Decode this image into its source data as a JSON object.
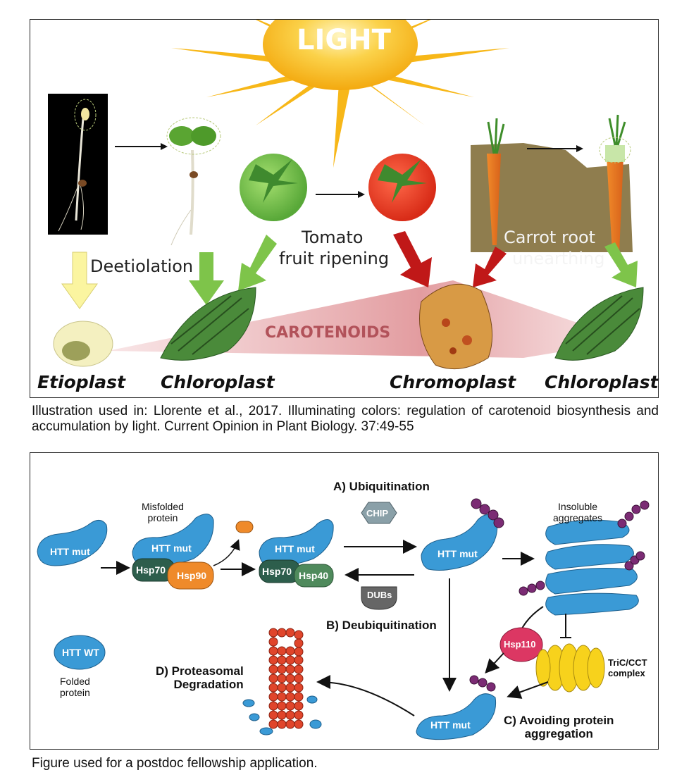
{
  "top_figure": {
    "light_label": "LIGHT",
    "carotenoids_label": "CAROTENOIDS",
    "deetiolation_label": "Deetiolation",
    "tomato_label_1": "Tomato",
    "tomato_label_2": "fruit ripening",
    "carrot_label_1": "Carrot root",
    "carrot_label_2": "unearthing",
    "plastids": [
      "Etioplast",
      "Chloroplast",
      "Chromoplast",
      "Chloroplast"
    ],
    "caption": "Illustration used in: Llorente et al., 2017. Illuminating colors: regulation of carotenoid biosynthesis and accumulation by light. Current Opinion in Plant Biology. 37:49-55"
  },
  "bottom_figure": {
    "htt_mut": "HTT mut",
    "htt_wt": "HTT WT",
    "misfolded": "Misfolded\nprotein",
    "folded": "Folded\nprotein",
    "hsp70": "Hsp70",
    "hsp90": "Hsp90",
    "hsp40": "Hsp40",
    "chip": "CHIP",
    "dubs": "DUBs",
    "hsp110": "Hsp110",
    "tric": "TriC/CCT\ncomplex",
    "insoluble": "Insoluble\naggregates",
    "step_a": "A) Ubiquitination",
    "step_b": "B) Deubiquitination",
    "step_c": "C) Avoiding protein\naggregation",
    "step_d": "D) Proteasomal\nDegradation",
    "caption": "Figure used for a postdoc fellowship application."
  },
  "colors": {
    "sun": "#f7b718",
    "htt_blue": "#3a9ad6",
    "hsp70_green": "#2d5e4c",
    "hsp90_orange": "#ef8a2a",
    "hsp40_green": "#4f8a5c",
    "chip_grey": "#8aa0a8",
    "dubs_grey": "#666666",
    "hsp110_pink": "#dc3763",
    "ubiquitin_purple": "#7b2b74",
    "proteasome_red": "#e0452b",
    "tric_yellow": "#f7d21c",
    "carotenoid_pink": "#d9787c"
  }
}
